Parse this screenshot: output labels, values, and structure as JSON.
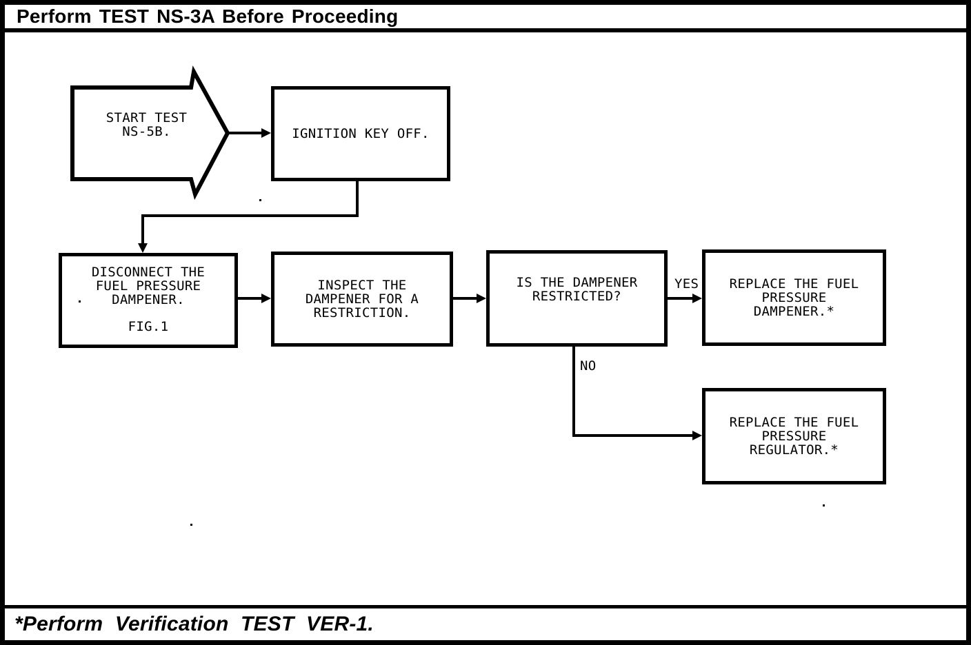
{
  "header": {
    "title": "Perform TEST NS-3A Before Proceeding"
  },
  "footer": {
    "note": "*Perform Verification TEST VER-1."
  },
  "colors": {
    "ink": "#000000",
    "paper": "#ffffff"
  },
  "flowchart": {
    "start_arrow": {
      "lines": [
        "START TEST",
        "NS-5B."
      ]
    },
    "ignition": {
      "lines": [
        "IGNITION KEY OFF."
      ]
    },
    "disconnect": {
      "lines": [
        "DISCONNECT THE",
        "FUEL PRESSURE",
        "DAMPENER."
      ],
      "fig_ref": "FIG.1"
    },
    "inspect": {
      "lines": [
        "INSPECT THE",
        "DAMPENER FOR A",
        "RESTRICTION."
      ]
    },
    "decision": {
      "lines": [
        "IS THE DAMPENER",
        "RESTRICTED?"
      ]
    },
    "branch_labels": {
      "yes": "YES",
      "no": "NO"
    },
    "replace_dampener": {
      "lines": [
        "REPLACE THE FUEL",
        "PRESSURE",
        "DAMPENER.*"
      ]
    },
    "replace_regulator": {
      "lines": [
        "REPLACE THE FUEL",
        "PRESSURE",
        "REGULATOR.*"
      ]
    }
  }
}
